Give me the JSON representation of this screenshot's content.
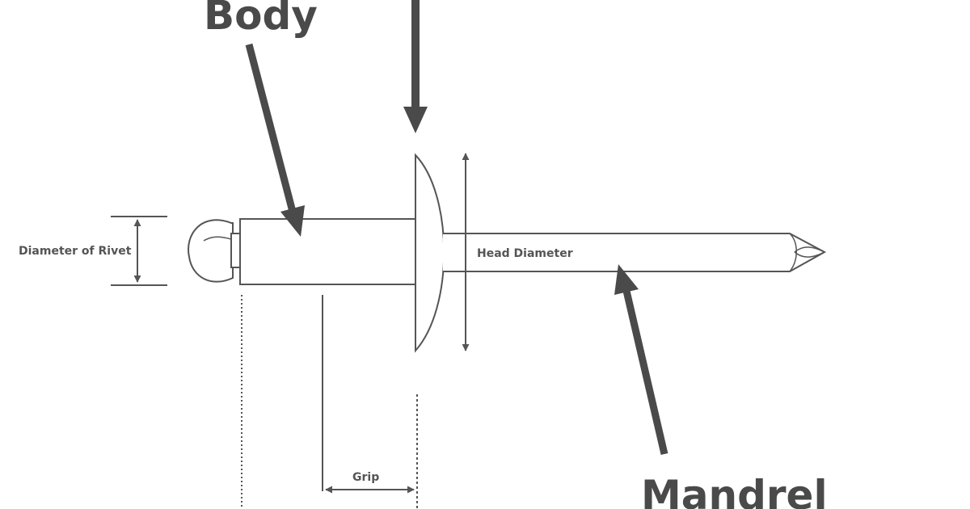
{
  "labels": {
    "body": "Body",
    "mandrel": "Mandrel",
    "diameter_of_rivet": "Diameter of Rivet",
    "head_diameter": "Head Diameter",
    "grip": "Grip"
  },
  "colors": {
    "arrow": "#4a4a4a",
    "outline": "#555555",
    "background": "#ffffff"
  }
}
